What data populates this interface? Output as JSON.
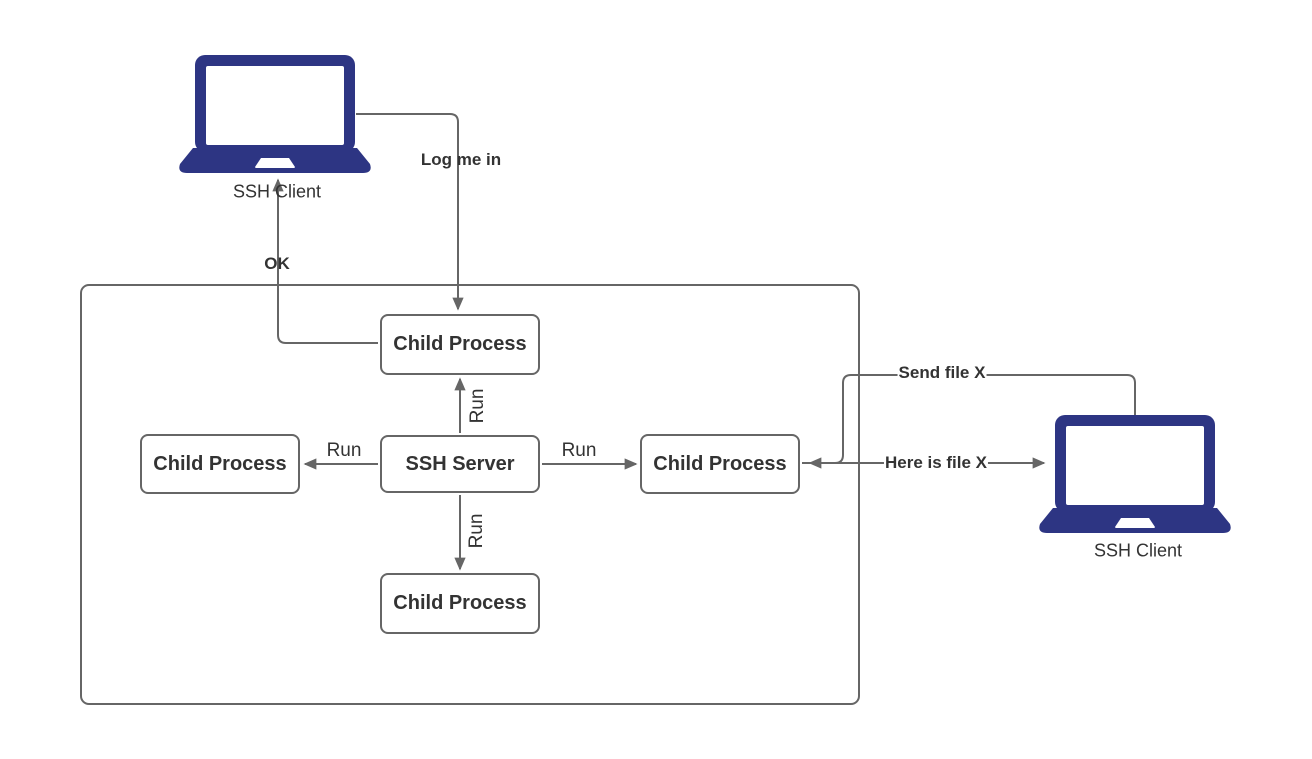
{
  "diagram_type": "ssh-architecture-flow",
  "nodes": {
    "client_left": {
      "label": "SSH Client"
    },
    "client_right": {
      "label": "SSH Client"
    },
    "server": {
      "label": "SSH Server"
    },
    "child_top": {
      "label": "Child Process"
    },
    "child_left": {
      "label": "Child Process"
    },
    "child_right": {
      "label": "Child Process"
    },
    "child_bottom": {
      "label": "Child Process"
    }
  },
  "edges": {
    "log_me_in": {
      "label": "Log me in"
    },
    "ok": {
      "label": "OK"
    },
    "run_up": {
      "label": "Run"
    },
    "run_down": {
      "label": "Run"
    },
    "run_left": {
      "label": "Run"
    },
    "run_right": {
      "label": "Run"
    },
    "send_file": {
      "label": "Send file X"
    },
    "here_is_file": {
      "label": "Here is file X"
    }
  },
  "colors": {
    "laptop_fill": "#2d3583",
    "line": "#666666",
    "node_border": "#666666",
    "text": "#333333",
    "background": "#ffffff"
  }
}
